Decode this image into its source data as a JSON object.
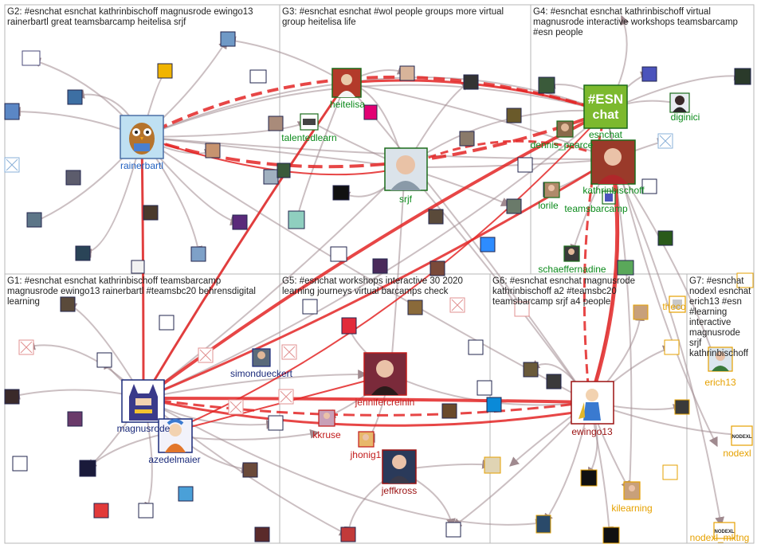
{
  "colors": {
    "edge": "#a08a8f",
    "edge_strong": "#e32626",
    "group_border": "#b7b7b7",
    "label_blue": "#1f5fbf",
    "label_green": "#0b8a1b",
    "label_navy": "#1a2a7a",
    "label_red": "#c21a1a",
    "label_darkred": "#9b1111",
    "label_orange": "#e6a100"
  },
  "groups": [
    {
      "id": "G1",
      "title": "G1: #esnchat esnchat kathrinbischoff teamsbarcamp\nmagnusrode ewingo13 rainerbartl #teamsbc20 behrensdigital\nlearning"
    },
    {
      "id": "G2",
      "title": "G2: #esnchat esnchat kathrinbischoff magnusrode ewingo13\nrainerbartl great teamsbarcamp heitelisa srjf"
    },
    {
      "id": "G3",
      "title": "G3: #esnchat esnchat #wol people groups more virtual\ngroup heitelisa life"
    },
    {
      "id": "G4",
      "title": "G4: #esnchat esnchat kathrinbischoff virtual\nmagnusrode interactive workshops teamsbarcamp\n#esn people"
    },
    {
      "id": "G5",
      "title": "G5: #esnchat workshops interactive 30 2020\nlearning journeys virtual barcamps check"
    },
    {
      "id": "G6",
      "title": "G6: #esnchat esnchat magnusrode\nkathrinbischoff a2 #teamsbc20\nteamsbarcamp srjf a4 people"
    },
    {
      "id": "G7",
      "title": "G7: #esnchat\nnodexl esnchat\nerich13 #esn\n#learning\ninteractive\nmagnusrode\nsrjf\nkathrinbischoff"
    }
  ],
  "nodes": [
    {
      "id": "rainerbartl",
      "label": "rainerbartl",
      "color": "blue",
      "icon": "owl-avatar"
    },
    {
      "id": "heitelisa",
      "label": "heitelisa",
      "color": "green",
      "icon": "person-photo"
    },
    {
      "id": "talentedlearn",
      "label": "talentedlearn",
      "color": "green",
      "icon": "logo-thumb"
    },
    {
      "id": "srjf",
      "label": "srjf",
      "color": "green",
      "icon": "person-photo"
    },
    {
      "id": "esnchat",
      "label": "esnchat",
      "color": "green",
      "icon": "esn-chat-logo"
    },
    {
      "id": "dennis_pearce",
      "label": "dennis_pearce",
      "color": "green",
      "icon": "person-photo"
    },
    {
      "id": "diginici",
      "label": "diginici",
      "color": "green",
      "icon": "person-photo"
    },
    {
      "id": "kathrinbischoff",
      "label": "kathrinbischoff",
      "color": "green",
      "icon": "person-photo"
    },
    {
      "id": "lorile",
      "label": "lorile",
      "color": "green",
      "icon": "person-photo"
    },
    {
      "id": "teamsbarcamp",
      "label": "teamsbarcamp",
      "color": "green",
      "icon": "logo-thumb"
    },
    {
      "id": "schaeffernadine",
      "label": "schaeffernadine",
      "color": "green",
      "icon": "person-photo"
    },
    {
      "id": "magnusrode",
      "label": "magnusrode",
      "color": "navy",
      "icon": "batman-avatar"
    },
    {
      "id": "azedelmaier",
      "label": "azedelmaier",
      "color": "navy",
      "icon": "cartoon-avatar"
    },
    {
      "id": "simondueckert",
      "label": "simondueckert",
      "color": "navy",
      "icon": "person-photo"
    },
    {
      "id": "jennifercreinin",
      "label": "jennifercreinin",
      "color": "red",
      "icon": "person-photo"
    },
    {
      "id": "kkruse",
      "label": "kkruse",
      "color": "red",
      "icon": "person-photo"
    },
    {
      "id": "jhonig1",
      "label": "jhonig1",
      "color": "red",
      "icon": "person-photo"
    },
    {
      "id": "jeffkross",
      "label": "jeffkross",
      "color": "red",
      "icon": "person-photo"
    },
    {
      "id": "ewingo13",
      "label": "ewingo13",
      "color": "darkred",
      "icon": "cartoon-avatar"
    },
    {
      "id": "kilearning",
      "label": "kilearning",
      "color": "darkred",
      "icon": "person-photo"
    },
    {
      "id": "theco",
      "label": "theco",
      "color": "orange",
      "icon": "logo-thumb"
    },
    {
      "id": "erich13",
      "label": "erich13",
      "color": "orange",
      "icon": "person-photo"
    },
    {
      "id": "nodexl",
      "label": "nodexl",
      "color": "orange",
      "icon": "nodexl-logo"
    },
    {
      "id": "nodexl_mktng",
      "label": "nodexl_mktng",
      "color": "orange",
      "icon": "nodexl-logo"
    }
  ]
}
